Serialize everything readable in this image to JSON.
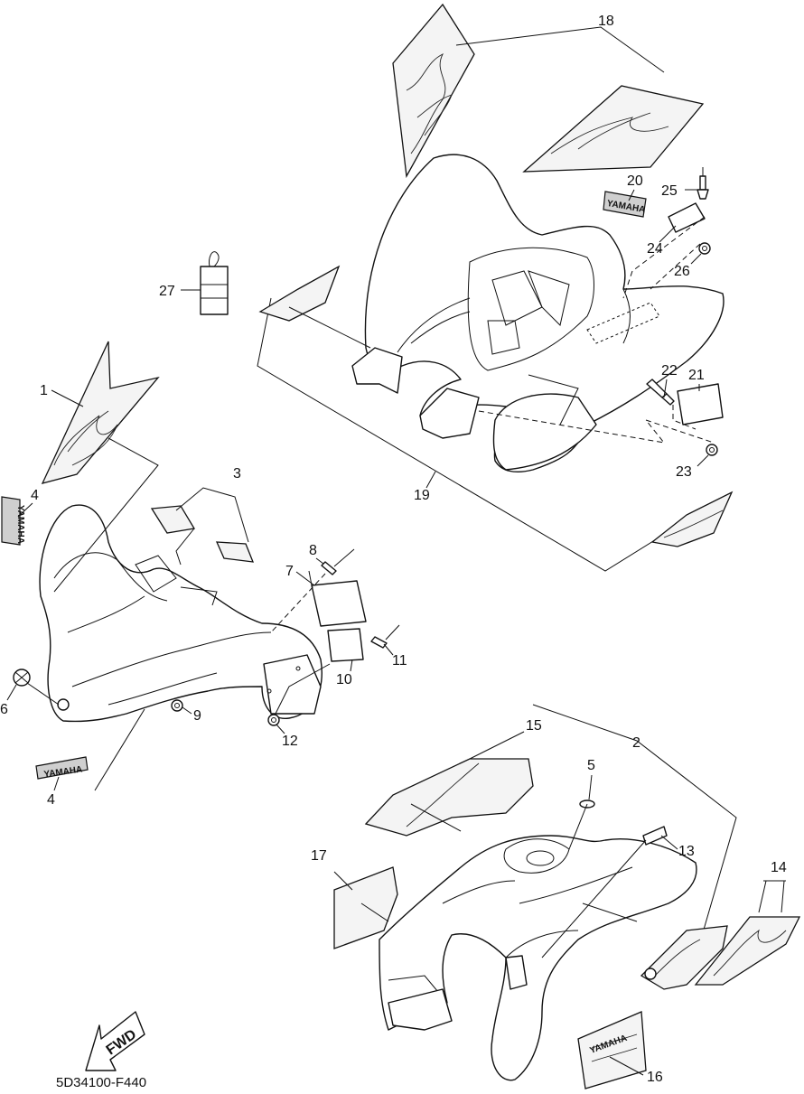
{
  "diagram_code": "5D34100-F440",
  "fwd_label": "FWD",
  "decal_brand_text": "YAMAHA",
  "callouts": {
    "c1": "1",
    "c2": "2",
    "c3": "3",
    "c4a": "4",
    "c4b": "4",
    "c5": "5",
    "c6": "6",
    "c7": "7",
    "c8": "8",
    "c9": "9",
    "c10": "10",
    "c11": "11",
    "c12": "12",
    "c13": "13",
    "c14": "14",
    "c15": "15",
    "c16": "16",
    "c17": "17",
    "c18": "18",
    "c19": "19",
    "c20": "20",
    "c21": "21",
    "c22": "22",
    "c23": "23",
    "c24": "24",
    "c25": "25",
    "c26": "26",
    "c27": "27"
  }
}
